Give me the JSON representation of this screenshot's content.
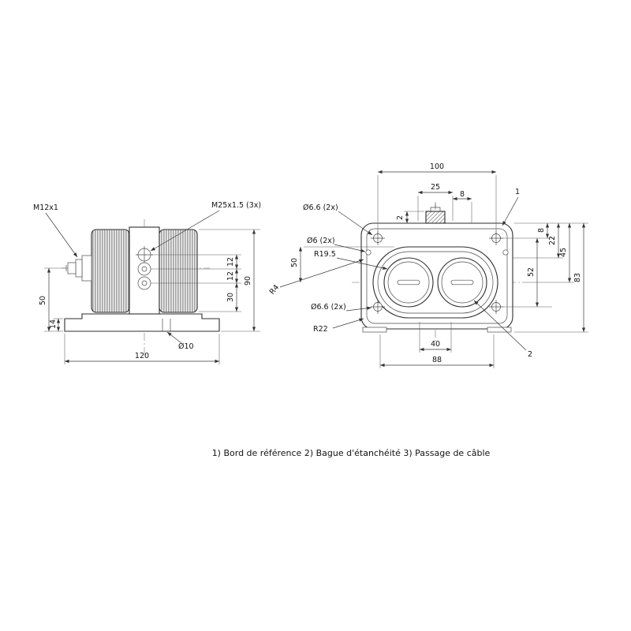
{
  "drawing": {
    "background": "#ffffff",
    "line_color": "#2e2e2e"
  },
  "legend": {
    "text": "1) Bord de référence  2) Bague d'étanchéité  3) Passage de câble"
  },
  "left_view": {
    "labels": {
      "shaft_thread": "M12x1",
      "gland_thread": "M25x1.5 (3x)",
      "base_hole_dia": "Ø10"
    },
    "dims": {
      "height_to_axis": "50",
      "base_thickness": "14",
      "base_width": "120",
      "gland_pitch_upper": "12",
      "gland_pitch_lower": "12",
      "gland_to_base": "30",
      "overall_height": "90"
    }
  },
  "right_view": {
    "labels": {
      "corner_holes_top": "Ø6.6 (2x)",
      "side_holes": "Ø6 (2x)",
      "bore_radius": "R19.5",
      "fillet_radius": "R4",
      "corner_holes_bottom": "Ø6.6 (2x)",
      "corner_radius": "R22",
      "callout_1": "1",
      "callout_2": "2"
    },
    "dims": {
      "hole_spacing_h": "100",
      "cap_width": "25",
      "cap_offset": "8",
      "cap_height": "2",
      "left_height": "50",
      "slot_spacing": "40",
      "base_width": "88",
      "edge_to_hole": "8",
      "edge_to_boss": "22",
      "edge_to_axis": "45",
      "overall_height": "83",
      "hole_spacing_v": "52"
    }
  }
}
